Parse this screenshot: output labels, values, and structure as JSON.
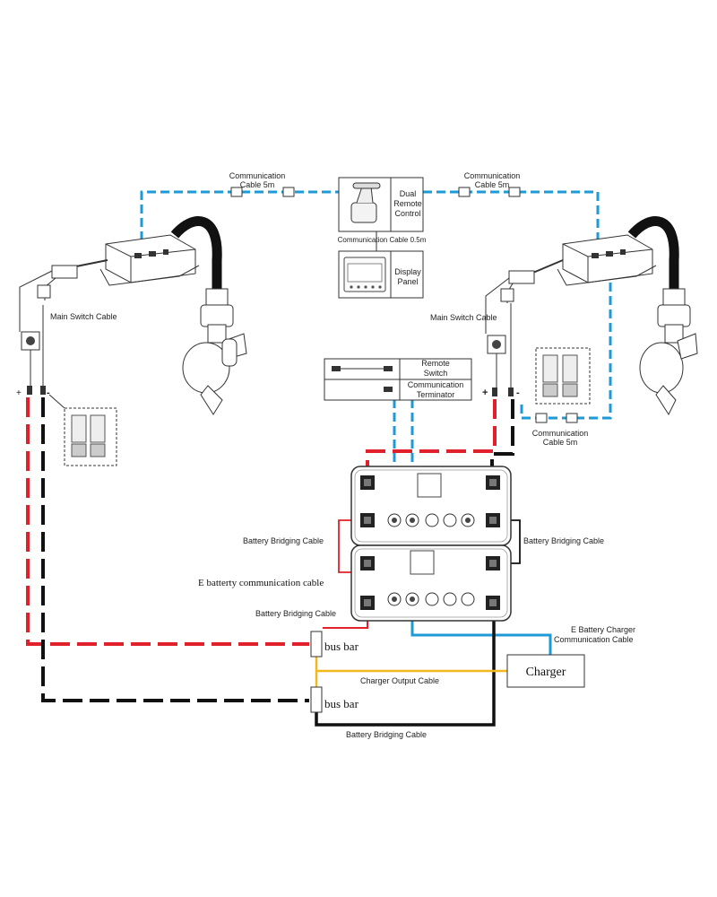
{
  "labels": {
    "comm_cable_left": [
      "Communication",
      "Cable 5m"
    ],
    "comm_cable_right": [
      "Communication",
      "Cable 5m"
    ],
    "dual_remote_control": [
      "Dual",
      "Remote",
      "Control"
    ],
    "comm_cable_05": "Communication Cable 0.5m",
    "display_panel": [
      "Display",
      "Panel"
    ],
    "main_switch_left": "Main Switch Cable",
    "main_switch_right": "Main Switch Cable",
    "remote_switch": [
      "Remote",
      "Switch"
    ],
    "comm_terminator": [
      "Communication",
      "Terminator"
    ],
    "comm_cable_lower_right": [
      "Communication",
      "Cable 5m"
    ],
    "battery_bridging_left": "Battery Bridging Cable",
    "battery_bridging_right": "Battery Bridging Cable",
    "e_battery_comm": "E batterty communication cable",
    "battery_bridging_lower": "Battery Bridging Cable",
    "e_battery_charger_comm": [
      "E Battery Charger",
      "Communication Cable"
    ],
    "bus_bar_top": "bus bar",
    "charger": "Charger",
    "charger_output": "Charger Output Cable",
    "bus_bar_bottom": "bus bar",
    "battery_bridging_bottom": "Battery Bridging Cable",
    "plus_sign": "+",
    "minus_sign": "-"
  },
  "colors": {
    "communication": "#1e9ad6",
    "positive": "#e0202a",
    "negative": "#111111",
    "charger_output": "#f2b81e"
  }
}
